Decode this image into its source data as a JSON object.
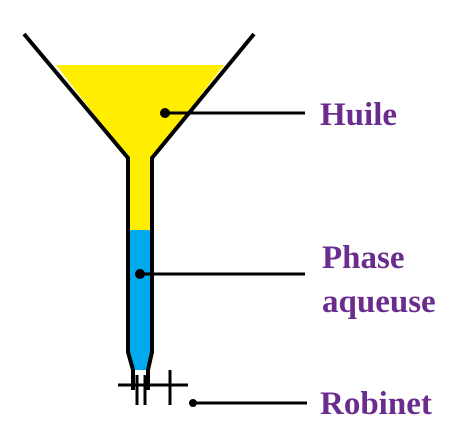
{
  "labels": {
    "oil": "Huile",
    "aqueous_line1": "Phase",
    "aqueous_line2": "aqueuse",
    "stopcock": "Robinet"
  },
  "colors": {
    "oil": "#ffee00",
    "aqueous": "#00aaee",
    "label_text": "#6a2d8e",
    "outline": "#000000"
  }
}
